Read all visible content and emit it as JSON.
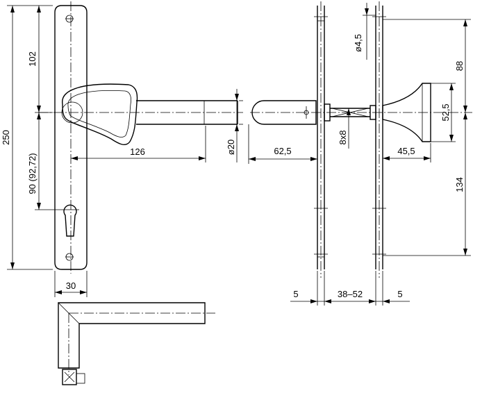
{
  "dimensions": {
    "total_height": "250",
    "upper_hole_distance": "102",
    "lower_distance": "90 (92,72)",
    "plate_width": "30",
    "handle_length": "126",
    "rod_diameter": "ø20",
    "rod_projection": "62,5",
    "screw_diameter": "ø4,5",
    "spindle": "8x8",
    "knob_projection": "45,5",
    "knob_diameter": "52,5",
    "upper_offset": "88",
    "lower_offset": "134",
    "plate_thickness_left": "5",
    "door_thickness": "38–52",
    "plate_thickness_right": "5"
  }
}
